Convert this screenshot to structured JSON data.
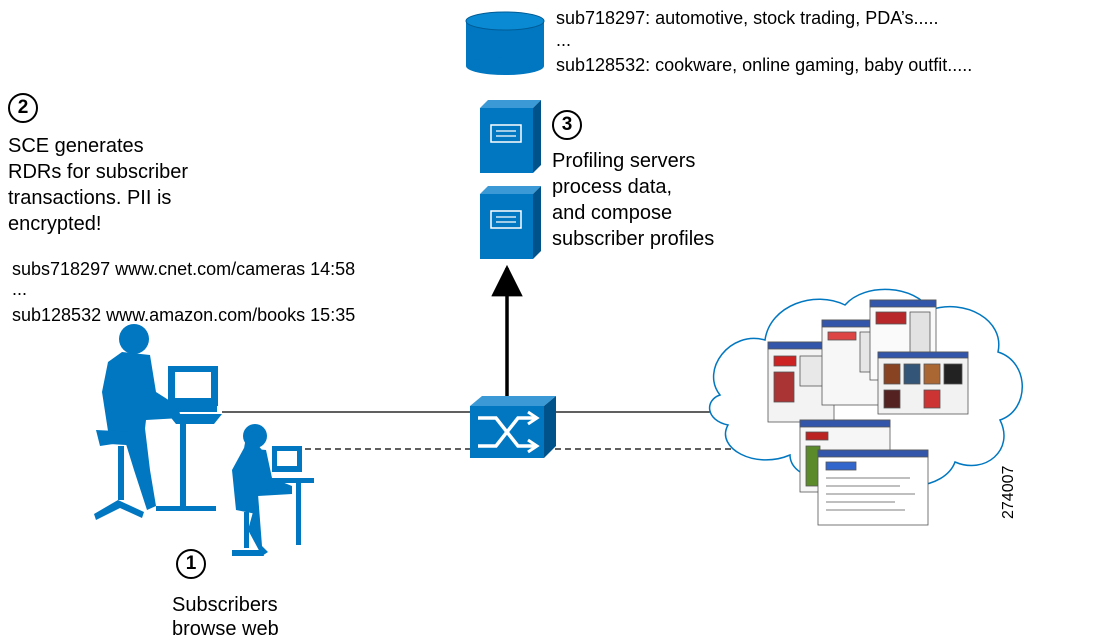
{
  "colors": {
    "brand_blue": "#0077c0",
    "dark_blue": "#00528a",
    "line": "#000000"
  },
  "database_records": {
    "line1": "sub718297: automotive, stock trading, PDA’s.....",
    "ellipsis": "...",
    "line2": "sub128532: cookware, online gaming, baby outfit....."
  },
  "step2": {
    "number": "2",
    "lines": [
      "SCE generates",
      "RDRs for subscriber",
      "transactions. PII is",
      "encrypted!"
    ]
  },
  "rdr_records": {
    "line1": "subs718297 www.cnet.com/cameras 14:58",
    "ellipsis": "...",
    "line2": "sub128532 www.amazon.com/books 15:35"
  },
  "step3": {
    "number": "3",
    "lines": [
      "Profiling servers",
      "process data,",
      "and compose",
      "subscriber profiles"
    ]
  },
  "step1": {
    "number": "1",
    "lines": [
      "Subscribers",
      "browse web"
    ]
  },
  "figure_id": "274007",
  "icons": [
    "database-icon",
    "profiling-server-icon",
    "sce-switch-icon",
    "subscriber-man-icon",
    "subscriber-woman-icon",
    "internet-cloud-icon"
  ]
}
